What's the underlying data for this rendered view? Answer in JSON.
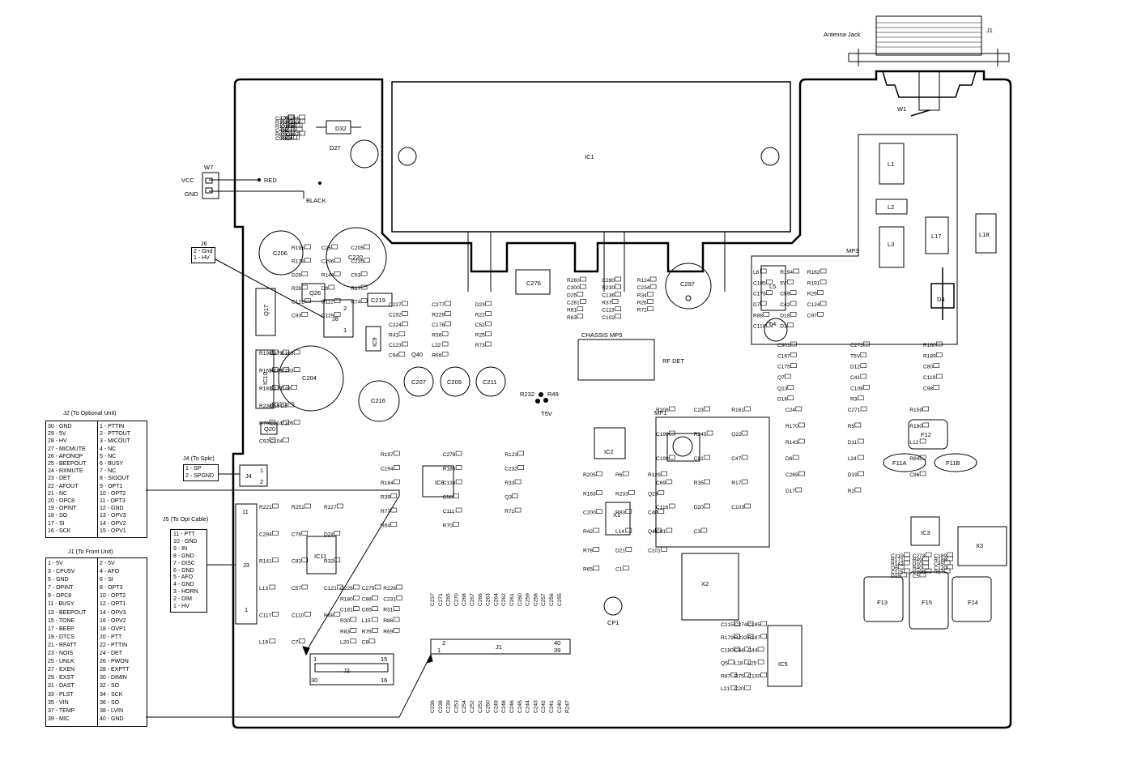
{
  "antenna": {
    "label": "Antenna Jack",
    "jack": "J1",
    "w1": "W1"
  },
  "wiring": {
    "wire": "W7",
    "vcc": "VCC",
    "gnd": "GND",
    "red": "RED",
    "black": "BLACK"
  },
  "modules": {
    "ic1": "IC1",
    "mp3": "MP3",
    "mp1": "MP1",
    "chassis_mp5": "CHASSIS MP5",
    "rf_det": "RF DET",
    "ic2": "IC2",
    "ic3": "IC3",
    "ic5": "IC5",
    "ic8": "IC8",
    "ic9": "IC9",
    "ic10": "IC10",
    "ic11": "IC11",
    "x1": "X1",
    "x2": "X2",
    "x3": "X3",
    "cp1": "CP1",
    "j1": "J1",
    "j2": "J2",
    "j3": "J3",
    "j4": "J4",
    "j8": "J8"
  },
  "filters": [
    "F11A",
    "F11B",
    "F12",
    "F13",
    "F15",
    "F14"
  ],
  "inductors": [
    "L1",
    "L2",
    "L3",
    "L17",
    "L18",
    "L5",
    "L4",
    "D4"
  ],
  "big_parts": [
    "C206",
    "C220",
    "C204",
    "C216",
    "C207",
    "C209",
    "C211",
    "C276",
    "C297",
    "D27",
    "D32",
    "Q26",
    "Q17",
    "Q20",
    "Q40"
  ],
  "labels": [
    "C226",
    "R195",
    "C227",
    "R260",
    "R198",
    "R197",
    "R205",
    "R208",
    "R221",
    "C228",
    "C215",
    "C219",
    "C301",
    "C24",
    "L6",
    "L7",
    "C25",
    "C277",
    "C280",
    "C279",
    "C278",
    "R6",
    "C23",
    "R251",
    "C275",
    "C274",
    "C273",
    "C272",
    "C271",
    "R194",
    "R204",
    "C205",
    "D23",
    "R124",
    "C163",
    "R123",
    "R129",
    "R161",
    "R227",
    "R226",
    "C185",
    "C189",
    "R160",
    "R159",
    "R162",
    "R158",
    "R178",
    "C192",
    "C300",
    "R165",
    "C194",
    "R163",
    "C190",
    "C294",
    "R180",
    "R179",
    "R171",
    "C167",
    "R170",
    "C195",
    "R172",
    "C296",
    "R229",
    "R230",
    "R186",
    "R185",
    "R233",
    "R245",
    "C76",
    "C88",
    "R232",
    "R49",
    "T5V",
    "R5",
    "5V",
    "R220",
    "C235",
    "R22",
    "C234",
    "C233",
    "C232",
    "Q23",
    "Q22",
    "D24",
    "C231",
    "R187",
    "R188",
    "R189",
    "R190",
    "R191",
    "R192",
    "D26",
    "C224",
    "D25",
    "R183",
    "R184",
    "C200",
    "C199",
    "R141",
    "C181",
    "C180",
    "R142",
    "C175",
    "R143",
    "C176",
    "C178",
    "R144",
    "C176",
    "C136",
    "C137",
    "C138",
    "R93",
    "C81",
    "C82",
    "C65",
    "C64",
    "D10",
    "D12",
    "D11",
    "C59",
    "R38",
    "C53",
    "C52",
    "R34",
    "C48",
    "R33",
    "C40",
    "C47",
    "R32",
    "R31",
    "C44",
    "C45",
    "C80",
    "L12",
    "R29",
    "C46",
    "R28",
    "R41",
    "C281",
    "R238",
    "R39",
    "R42",
    "C69",
    "L13",
    "R30",
    "Q5",
    "Q6",
    "Q7",
    "D6",
    "D7",
    "D8",
    "D9",
    "R36",
    "R37",
    "C55",
    "C56",
    "L14",
    "R35",
    "C57",
    "L15",
    "L18",
    "R40",
    "C41",
    "L24",
    "C42",
    "C43",
    "R27",
    "R25",
    "R26",
    "D5",
    "Q3",
    "Q4",
    "R17",
    "C121",
    "R86",
    "L25",
    "C120",
    "C119",
    "R84",
    "C124",
    "R85",
    "C122",
    "C123",
    "R81",
    "R79",
    "R77",
    "R78",
    "C116",
    "C117",
    "R83",
    "R87",
    "C115",
    "Q13",
    "C269",
    "R88",
    "C126",
    "C112",
    "L22",
    "C113",
    "C114",
    "C111",
    "D21",
    "D20",
    "C110",
    "R76",
    "R75",
    "C109",
    "C108",
    "D19",
    "D18",
    "C107",
    "R74",
    "R73",
    "R72",
    "C105",
    "R71",
    "C101",
    "C103",
    "R68",
    "R69",
    "C100",
    "R67",
    "C98",
    "C96",
    "C97",
    "C95",
    "C93",
    "C94",
    "R63",
    "C92",
    "R64",
    "R65",
    "C91",
    "L19",
    "L20",
    "L21",
    "D15",
    "D16",
    "D17",
    "C118",
    "R89",
    "C129",
    "R66",
    "C102",
    "C104",
    "R70",
    "C1",
    "C3",
    "C7",
    "C8",
    "C20",
    "C5",
    "R3",
    "R2",
    "D3",
    "C4"
  ],
  "j1_strip_top": [
    "C237",
    "C271",
    "C265",
    "C270",
    "C268",
    "C267",
    "C266",
    "C263",
    "C264",
    "C262",
    "C261",
    "C260",
    "C259",
    "C258",
    "C257",
    "C256",
    "C255"
  ],
  "j1_strip_bottom": [
    "C236",
    "C238",
    "C239",
    "C253",
    "C254",
    "C252",
    "C251",
    "C250",
    "C249",
    "C248",
    "C246",
    "C245",
    "C244",
    "C243",
    "C242",
    "C241",
    "C240",
    "R247"
  ],
  "j2": {
    "title": "J2 (To Optional Unit)",
    "left": [
      "30 - GND",
      "29 - 5V",
      "28 - HV",
      "27 - MICMUTE",
      "26 - AFONOP",
      "25 - BEEPOUT",
      "24 - RXMUTE",
      "23 - DET",
      "22 - AFOUT",
      "21 - NC",
      "20 - OPC8",
      "19 - OPINT",
      "18 - SO",
      "17 - SI",
      "16 - SCK"
    ],
    "right": [
      "1 - PTTIN",
      "2 - PTTOUT",
      "3 - MICOUT",
      "4 - NC",
      "5 - NC",
      "6 - BUSY",
      "7 - NC",
      "8 - SIGOUT",
      "9 - OPT1",
      "10 - OPT2",
      "11 - OPT3",
      "12 - GND",
      "13 - OPV3",
      "14 - OPV2",
      "15 - OPV1"
    ]
  },
  "j4": {
    "title": "J4 (To Spkr)",
    "pins": [
      "1 - SP",
      "2 - SPGND"
    ]
  },
  "j5": {
    "title": "J5 (To Opt Cable)",
    "pins": [
      "11 - PTT",
      "10 - GND",
      "9 - IN",
      "8 - GND",
      "7 - DISC",
      "6 - GND",
      "5 - AFO",
      "4 - GND",
      "3 - HORN",
      "2 - DIM",
      "1 - HV"
    ]
  },
  "j1_pins": {
    "title": "J1 (To Front Unit)",
    "left": [
      "1 - 5V",
      "3 - CPU5V",
      "5 - GND",
      "7 - OPINT",
      "9 - OPC8",
      "11 - BUSY",
      "13 - BEEPOUT",
      "15 - TONE",
      "17 - BEEP",
      "19 - DTCS",
      "21 - RFATT",
      "23 - NOIS",
      "25 - UNLK",
      "27 - EXEN",
      "29 - EXST",
      "31 - DAST",
      "33 - PLST",
      "35 - VIN",
      "37 - TEMP",
      "39 - MIC"
    ],
    "right": [
      "2 - 5V",
      "4 - AFO",
      "6 - SI",
      "8 - OPT3",
      "10 - OPT2",
      "12 - OPT1",
      "14 - OPV3",
      "16 - OPV2",
      "18 - OVP1",
      "20 - PTT",
      "22 - PTTIN",
      "24 - DET",
      "26 - PWON",
      "28 - EXPTT",
      "30 - DIMIN",
      "32 - SO",
      "34 - SCK",
      "36 - SO",
      "38 - LVIN",
      "40 - GND"
    ]
  },
  "j6": {
    "title": "J6",
    "pins": [
      "2 - Gnd",
      "1 - HV"
    ]
  },
  "connector_numbers": {
    "j2_a": "1",
    "j2_b": "15",
    "j2_c": "30",
    "j2_d": "16",
    "j1_a": "2",
    "j1_b": "1",
    "j1_c": "40",
    "j1_d": "39",
    "j3_a": "11",
    "j3_b": "1",
    "j4_a": "1",
    "j4_b": "2",
    "j8_a": "2",
    "j8_b": "1"
  }
}
